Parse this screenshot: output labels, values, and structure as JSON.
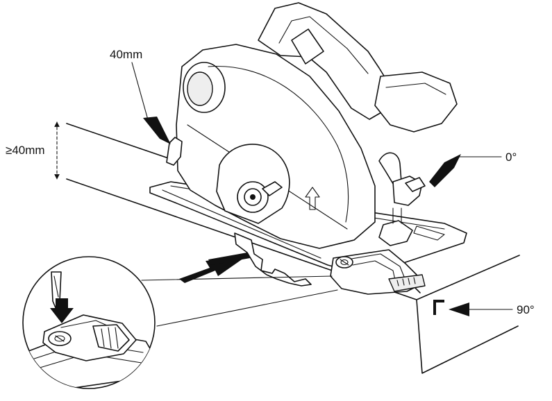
{
  "labels": {
    "blade_depth": "40mm",
    "min_thickness": "≥40mm",
    "bevel_angle": "0°",
    "square_angle": "90°"
  },
  "colors": {
    "line": "#111111",
    "background": "#ffffff"
  }
}
